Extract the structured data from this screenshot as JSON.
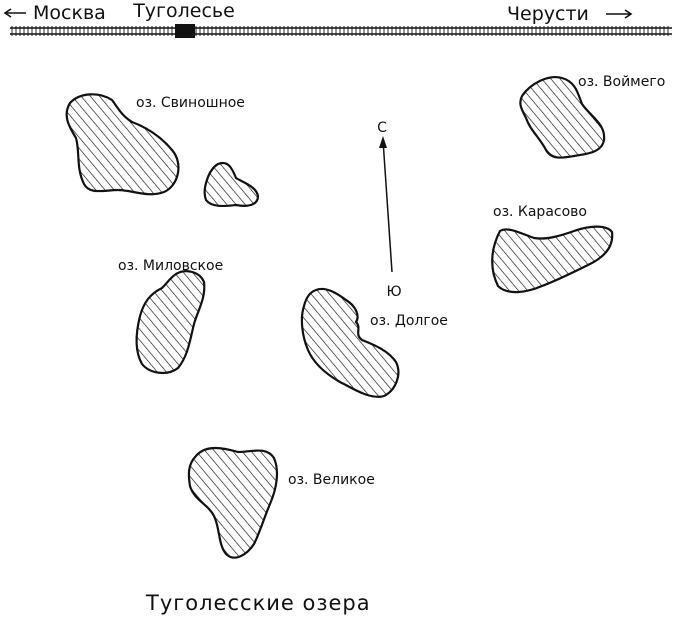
{
  "railway": {
    "west_label": "Москва",
    "station_label": "Туголесье",
    "east_label": "Черусти"
  },
  "compass": {
    "north": "С",
    "south": "Ю"
  },
  "lakes": {
    "svinoshnoe": "оз. Свиношное",
    "voymego": "оз. Воймего",
    "karasovo": "оз. Карасово",
    "milovskoe": "оз. Миловское",
    "dolgoe": "оз. Долгое",
    "velikoe": "оз. Великое"
  },
  "title": "Туголесские озера",
  "colors": {
    "ink": "#111111",
    "paper": "#ffffff"
  }
}
